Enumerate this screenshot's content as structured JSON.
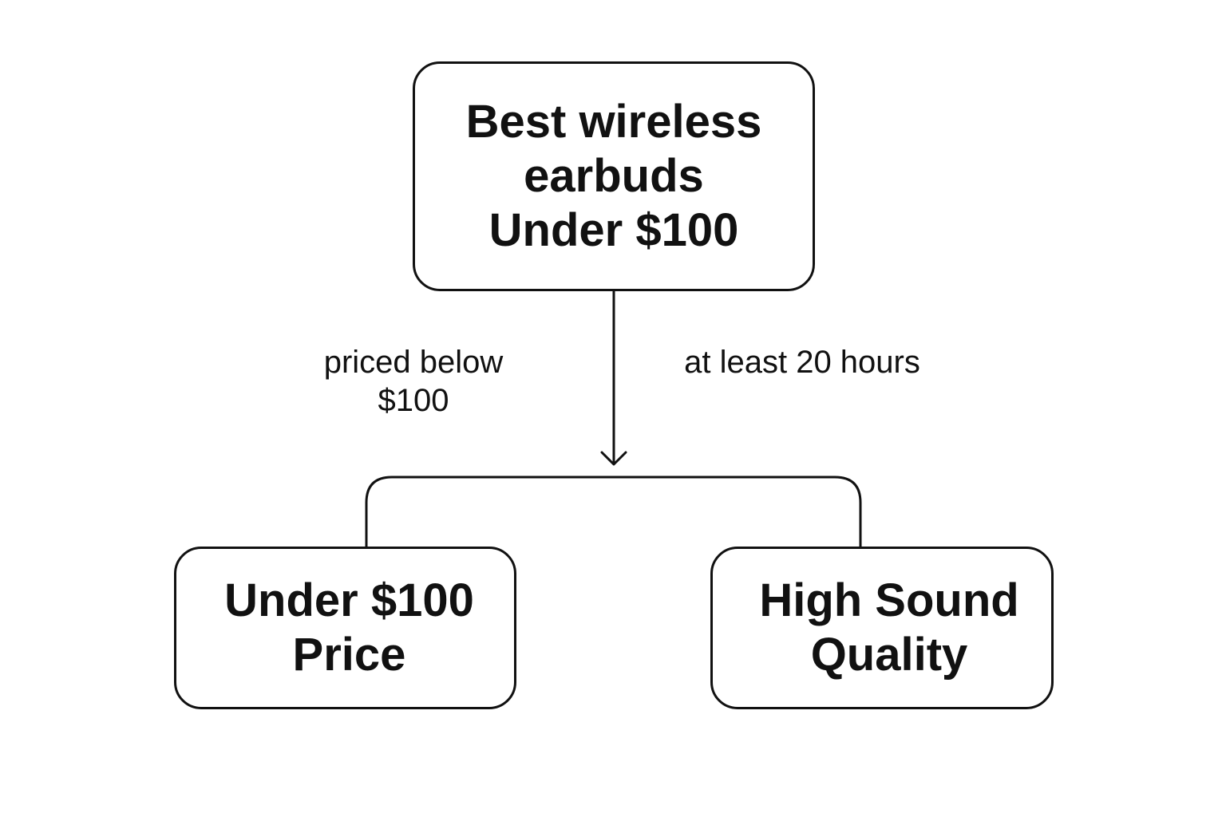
{
  "diagram": {
    "root": {
      "lines": [
        "Best wireless",
        "earbuds",
        "Under $100"
      ]
    },
    "children": [
      {
        "lines": [
          "Under $100",
          "Price"
        ]
      },
      {
        "lines": [
          "High Sound",
          "Quality"
        ]
      }
    ],
    "edge_labels": {
      "left": {
        "lines": [
          "priced below",
          "$100"
        ]
      },
      "right": {
        "lines": [
          "at least 20 hours"
        ]
      }
    },
    "colors": {
      "stroke": "#111111",
      "background": "#ffffff"
    }
  }
}
